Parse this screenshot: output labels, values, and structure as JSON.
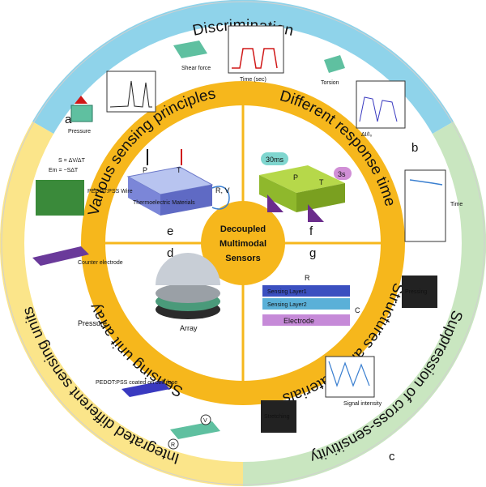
{
  "outer_ring": {
    "top_label": "Discrimination",
    "left_label": "Integrated different sensing units",
    "right_label": "Suppression of cross-sensitivity"
  },
  "inner_ring": {
    "top_left_label": "Various sensing principles",
    "top_right_label": "Different response time",
    "bottom_left_label": "Sensing unit array",
    "bottom_right_label": "Structures and materials"
  },
  "center": {
    "line1": "Decoupled",
    "line2": "Multimodal",
    "line3": "Sensors"
  },
  "panels": {
    "a": "a",
    "b": "b",
    "c": "c",
    "d": "d",
    "e": "e",
    "f": "f",
    "g": "g"
  },
  "panel_e": {
    "p": "P",
    "t": "T",
    "materials": "Thermoelectric Materials",
    "rv": "R, V"
  },
  "panel_f": {
    "fast": "30ms",
    "slow": "3s",
    "p": "P",
    "t": "T"
  },
  "panel_g": {
    "r": "R",
    "layer1": "Sensing Layer1",
    "layer2": "Sensing Layer2",
    "c": "C",
    "electrode": "Electrode"
  },
  "panel_d": {
    "array": "Array"
  },
  "panel_a": {
    "pressure": "Pressure",
    "shear": "Shear force",
    "torsion": "Torsion",
    "time_sec": "Time (sec)",
    "delta": "ΔI/I₀"
  },
  "panel_b": {
    "time": "Time",
    "signal": "Signal intensity",
    "stretching": "Stretching",
    "pressing": "Pressing"
  },
  "panel_c": {
    "s_eq": "S = ΔV/ΔT",
    "em_eq": "Em = −SΔT",
    "pedot_wire": "PEDOT:PSS Wire",
    "counter": "Counter electrode",
    "pressure": "Pressure",
    "pedot_cellulose": "PEDOT:PSS coated on cellulose",
    "v": "V",
    "r": "R"
  },
  "colors": {
    "blue": "#8fd3ea",
    "green": "#c9e6c0",
    "yellow_outer": "#fbe58a",
    "orange": "#f6b71c",
    "white": "#ffffff"
  }
}
